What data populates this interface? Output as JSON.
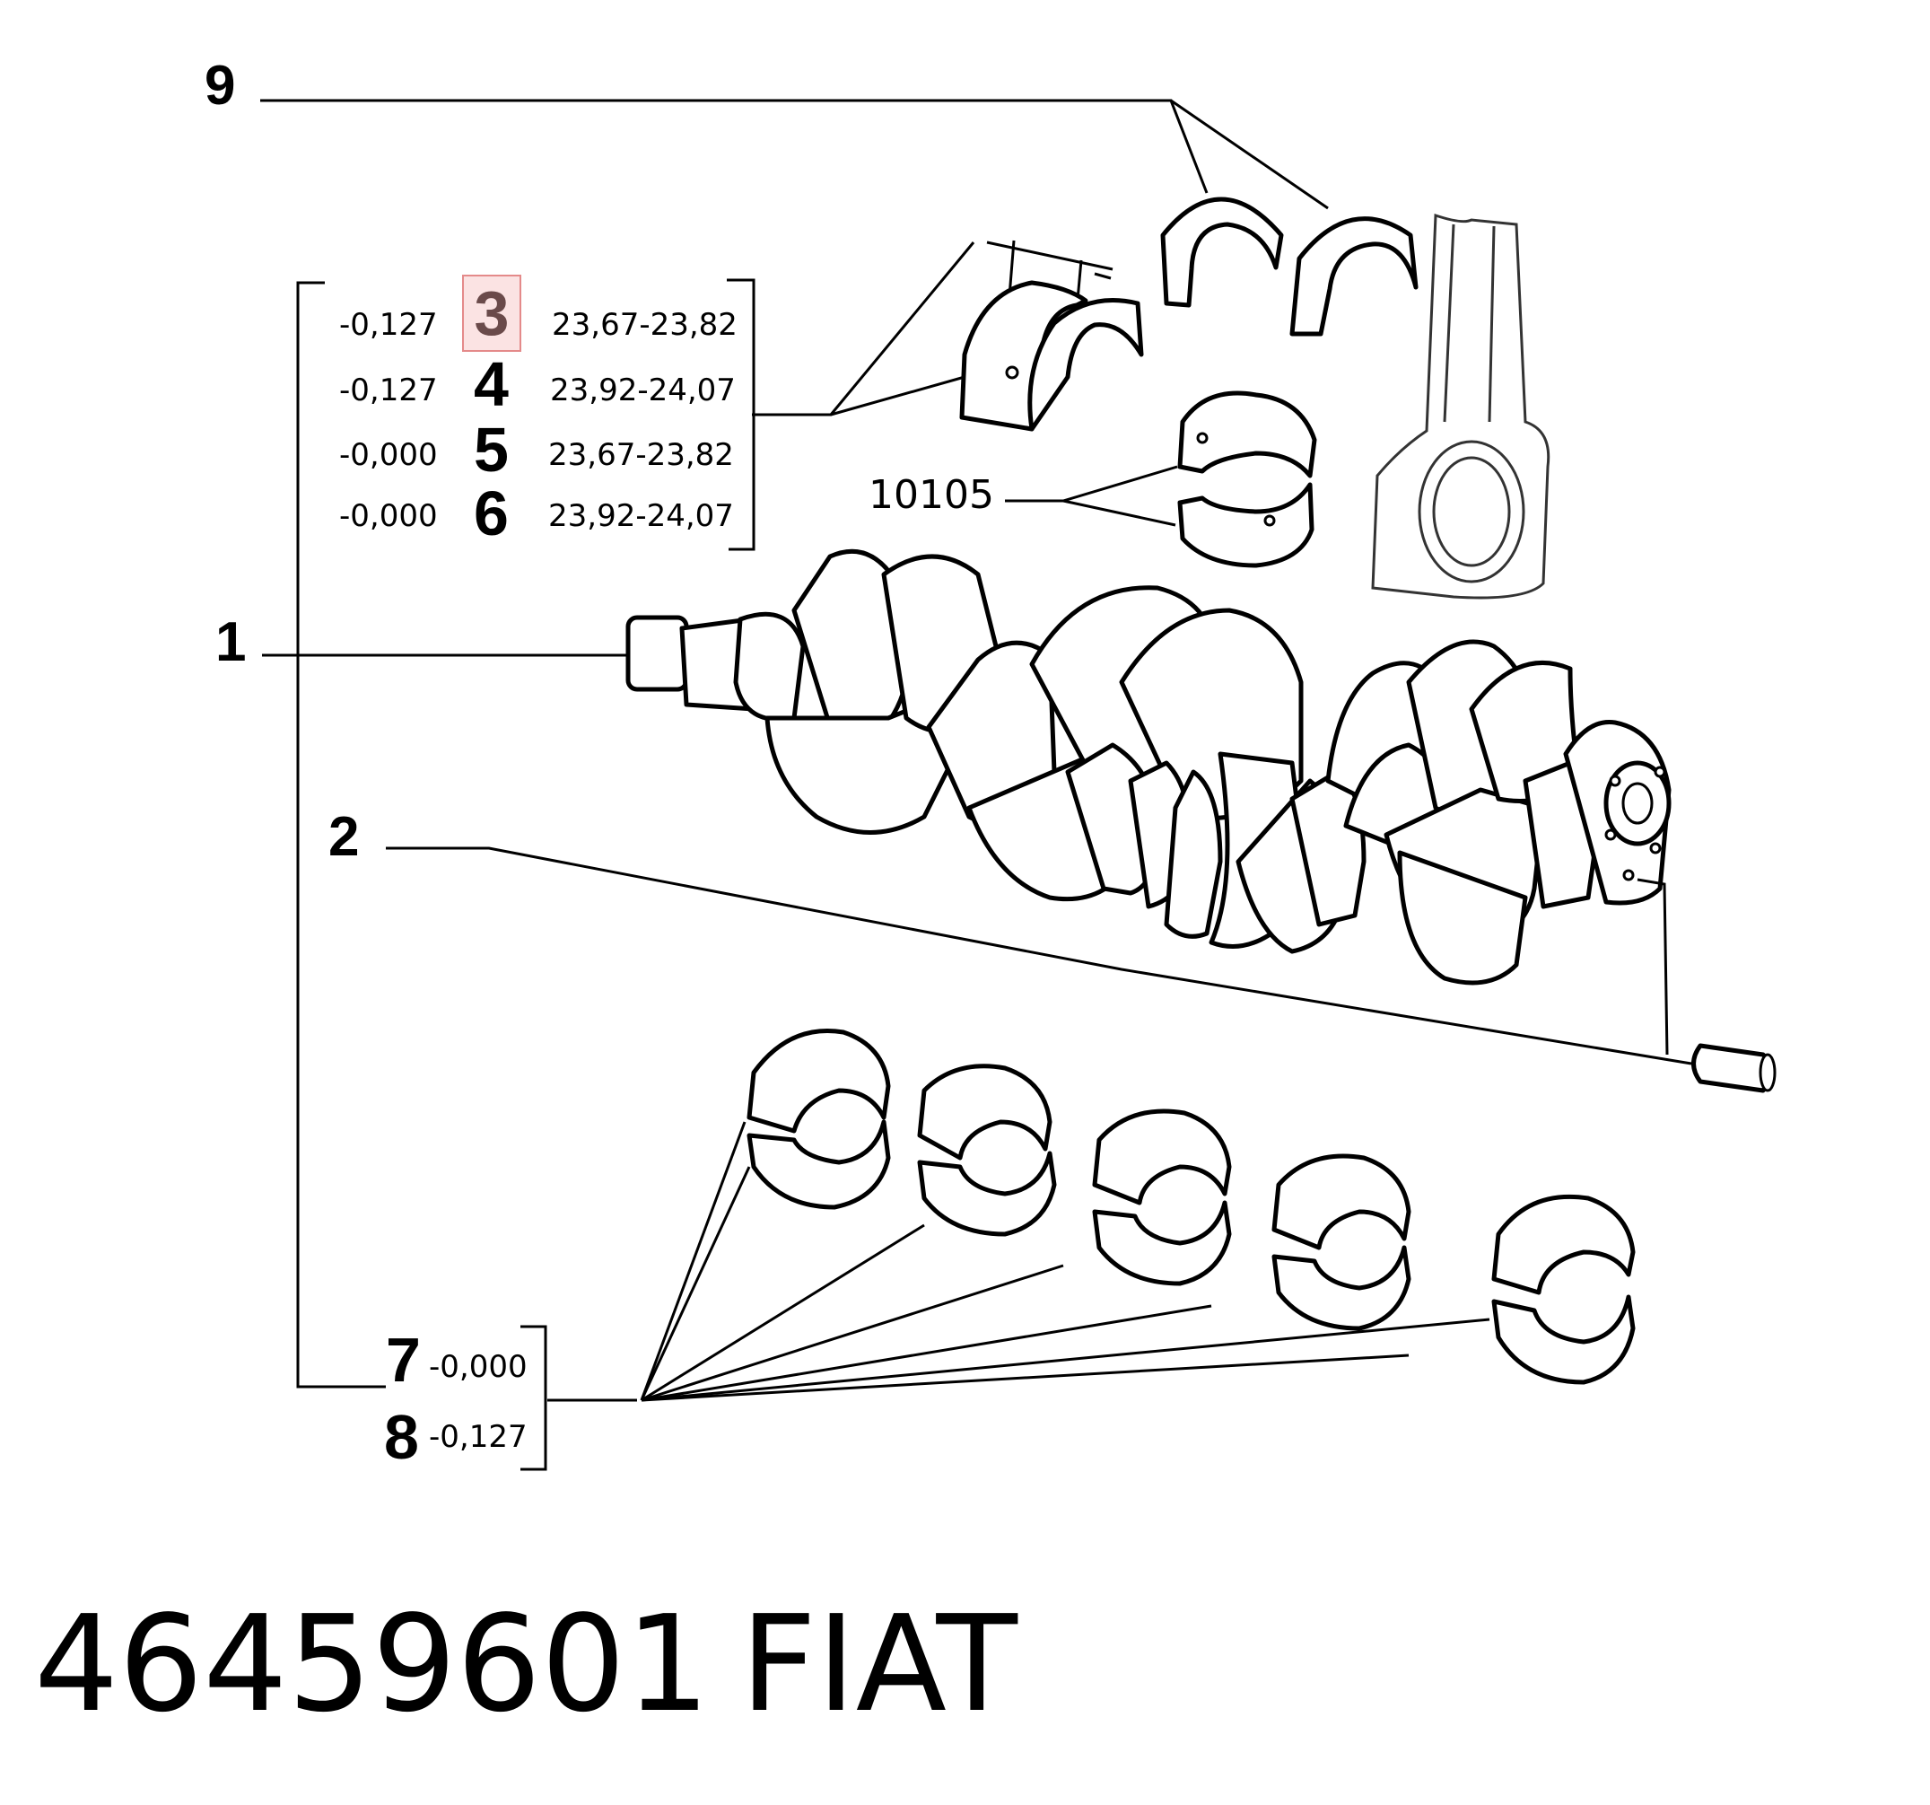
{
  "callouts": {
    "c9": "9",
    "c1": "1",
    "c2": "2",
    "c10105": "10105"
  },
  "rod_bearing_table": [
    {
      "size": "-0,127",
      "ref": "3",
      "range": "23,67-23,82"
    },
    {
      "size": "-0,127",
      "ref": "4",
      "range": "23,92-24,07"
    },
    {
      "size": "-0,000",
      "ref": "5",
      "range": "23,67-23,82"
    },
    {
      "size": "-0,000",
      "ref": "6",
      "range": "23,92-24,07"
    }
  ],
  "main_bearing_table": [
    {
      "ref": "7",
      "size": "-0,000"
    },
    {
      "ref": "8",
      "size": "-0,127"
    }
  ],
  "footer": {
    "part_number": "46459601",
    "brand": "FIAT"
  },
  "highlight": {
    "ref": "3",
    "fill": "#fbe3e3",
    "border": "#e48a8a"
  }
}
